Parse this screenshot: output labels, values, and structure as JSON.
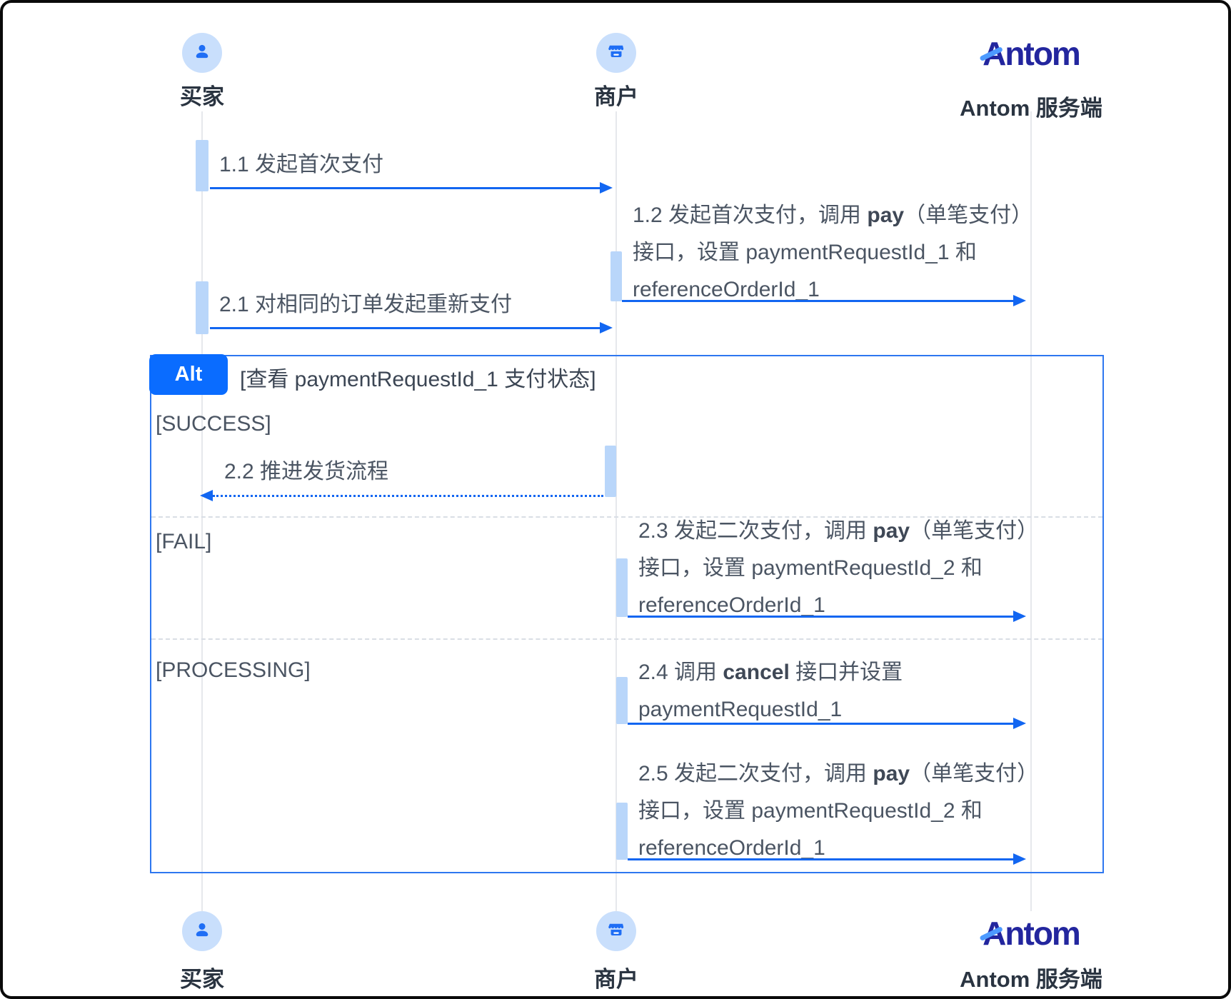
{
  "diagram": {
    "actors": {
      "buyer": {
        "label": "买家"
      },
      "merchant": {
        "label": "商户"
      },
      "antom": {
        "logo": "Antom",
        "label": "Antom 服务端"
      }
    },
    "alt": {
      "operator": "Alt",
      "condition": "[查看 paymentRequestId_1 支付状态]",
      "branches": [
        "[SUCCESS]",
        "[FAIL]",
        "[PROCESSING]"
      ]
    },
    "messages": {
      "m11": {
        "text": "1.1 发起首次支付"
      },
      "m12": {
        "l1a": "1.2 发起首次支付，调用 ",
        "l1b": "pay",
        "l1c": "（单笔支付）",
        "l2": "接口，设置 paymentRequestId_1 和",
        "l3": "referenceOrderId_1"
      },
      "m21": {
        "text": "2.1 对相同的订单发起重新支付"
      },
      "m22": {
        "text": "2.2 推进发货流程"
      },
      "m23": {
        "l1a": "2.3 发起二次支付，调用 ",
        "l1b": "pay",
        "l1c": "（单笔支付）",
        "l2": "接口，设置 paymentRequestId_2 和",
        "l3": "referenceOrderId_1"
      },
      "m24": {
        "l1a": "2.4 调用 ",
        "l1b": "cancel",
        "l1c": " 接口并设置",
        "l2": "paymentRequestId_1"
      },
      "m25": {
        "l1a": "2.5 发起二次支付，调用 ",
        "l1b": "pay",
        "l1c": "（单笔支付）",
        "l2": "接口，设置 paymentRequestId_2 和",
        "l3": "referenceOrderId_1"
      }
    },
    "colors": {
      "arrow": "#1266F1",
      "frame": "#2E77F0",
      "alt_badge": "#0A6CFF",
      "activation": "#B9D6FA",
      "actor_circle_bg": "#C9DFFC",
      "actor_icon": "#1F6EF5",
      "logo": "#23269E",
      "logo_slash": "#4D9AFF",
      "message_text": "#4B5563",
      "actor_label": "#2A3441",
      "lifeline": "#E6E8EC",
      "divider": "#D9DEE5"
    }
  }
}
